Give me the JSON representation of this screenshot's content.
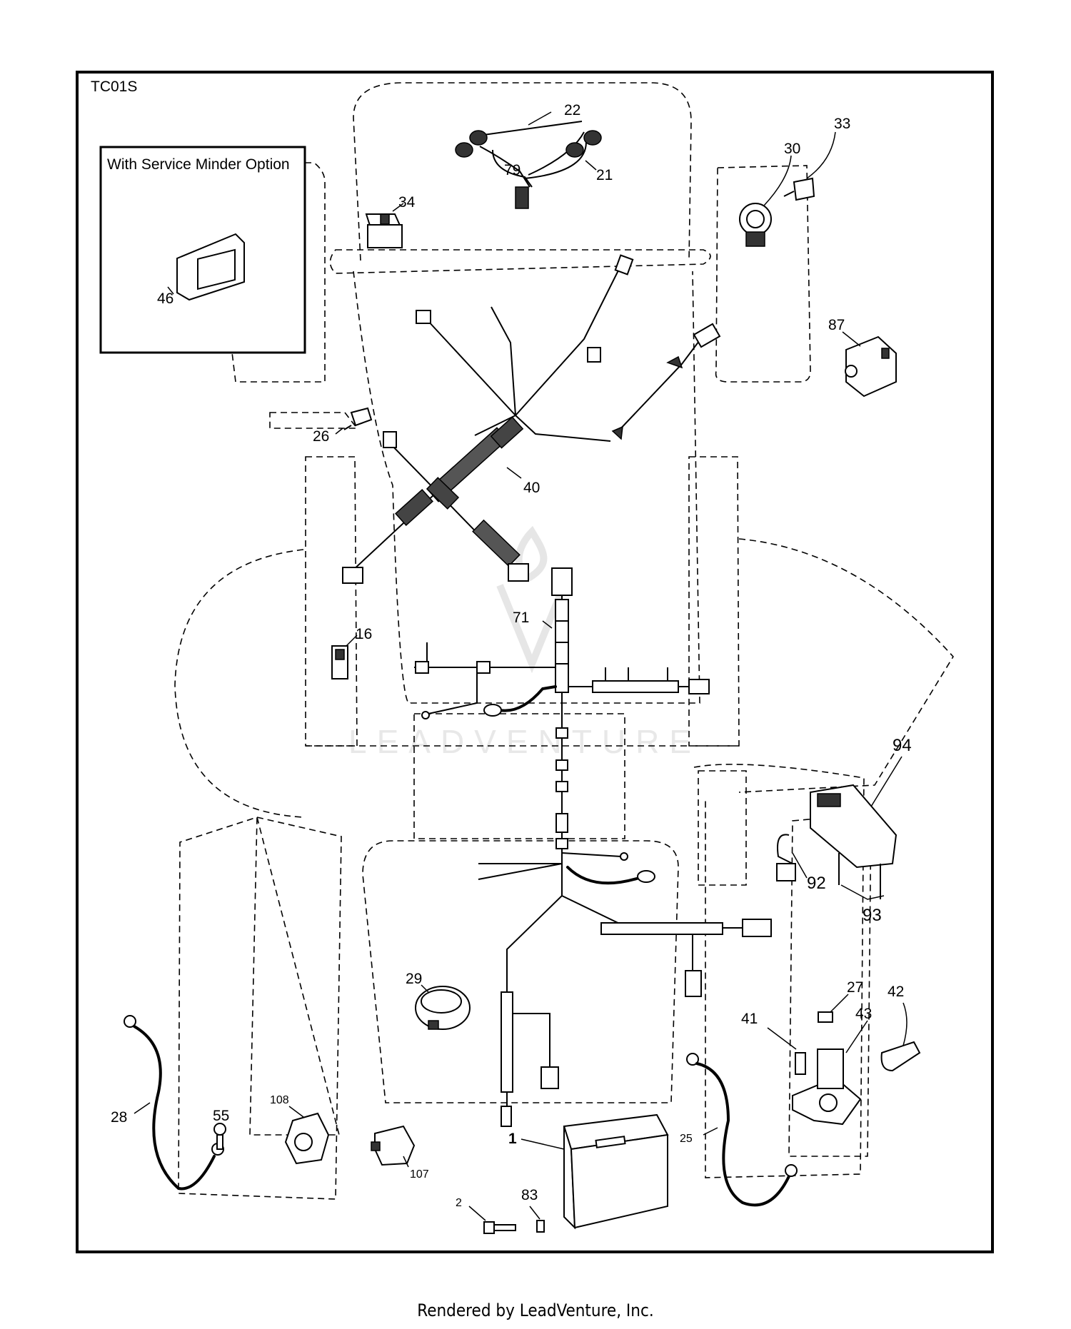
{
  "diagram": {
    "code": "TC01S",
    "inset_title": "With Service Minder Option",
    "watermark": "LEADVENTURE",
    "labels": {
      "p1": "1",
      "p2": "2",
      "p16": "16",
      "p21": "21",
      "p22": "22",
      "p25": "25",
      "p26": "26",
      "p27": "27",
      "p28": "28",
      "p29": "29",
      "p30": "30",
      "p33": "33",
      "p34": "34",
      "p40": "40",
      "p41": "41",
      "p42": "42",
      "p43": "43",
      "p46": "46",
      "p55": "55",
      "p71": "71",
      "p79": "79",
      "p83": "83",
      "p87": "87",
      "p92": "92",
      "p93": "93",
      "p94": "94",
      "p107": "107",
      "p108": "108"
    }
  },
  "footer": {
    "text": "Rendered by LeadVenture, Inc."
  }
}
